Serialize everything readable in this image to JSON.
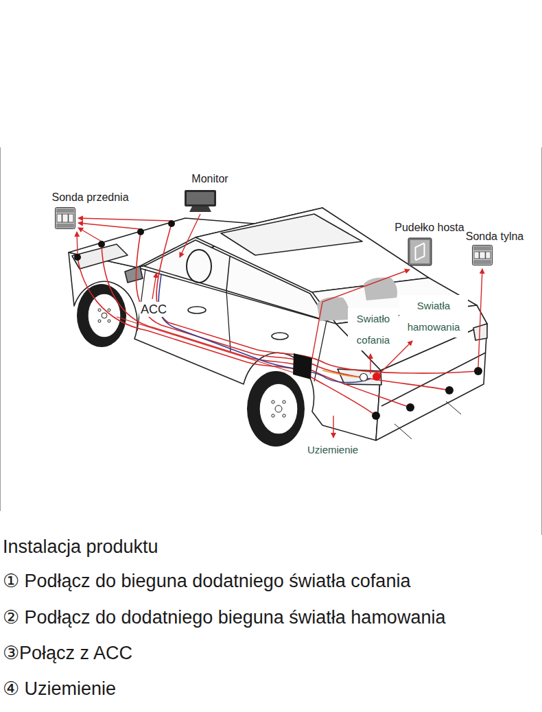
{
  "diagram": {
    "nodes": [
      {
        "text": [
          "Monitor"
        ]
      },
      {
        "text": [
          "Sonda przednia"
        ]
      },
      {
        "text": [
          "Pudełko hosta"
        ]
      },
      {
        "text": [
          "Sonda tylna"
        ]
      }
    ],
    "labels": [
      "ACC",
      "Swiatło cofania",
      "Swiatła hamowania",
      "Uziemienie",
      "Instalacja produktu",
      "① Podłącz do bieguna dodatniego światła cofania",
      "② Podłącz do dodatniego bieguna światła hamowania",
      "③Połącz z ACC",
      "④ Uziemienie"
    ]
  }
}
